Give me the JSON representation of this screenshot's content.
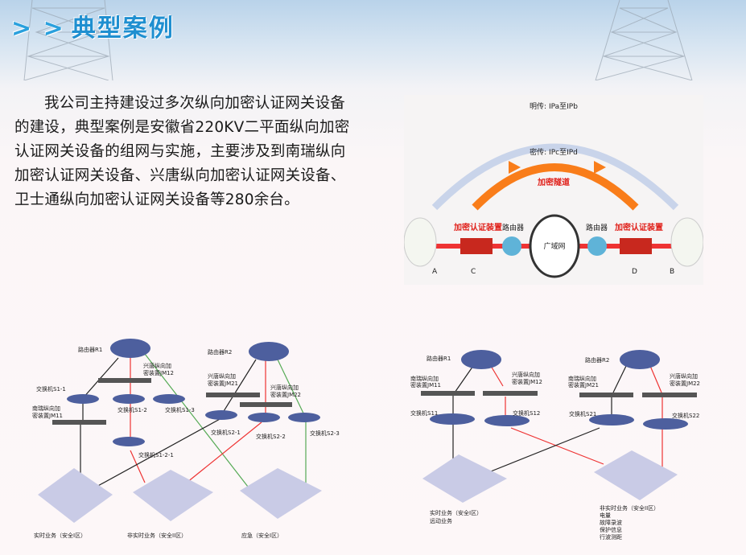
{
  "header": {
    "arrows": "> >",
    "title": "典型案例"
  },
  "intro": "我公司主持建设过多次纵向加密认证网关设备的建设，典型案例是安徽省220KV二平面纵向加密认证网关设备的组网与实施，主要涉及到南瑞纵向加密认证网关设备、兴唐纵向加密认证网关设备、卫士通纵向加密认证网关设备等280余台。",
  "fig1": {
    "plain": "明传: IPa至IPb",
    "cipher": "密传: IPc至IPd",
    "tunnel": "加密隧道",
    "device_left": "加密认证装置",
    "device_right": "加密认证装置",
    "router_left": "路由器",
    "router_right": "路由器",
    "wan": "广域网",
    "A": "A",
    "B": "B",
    "C": "C",
    "D": "D"
  },
  "fig2": {
    "r1": "路由器R1",
    "r2": "路由器R2",
    "jm12": [
      "兴唐纵向加",
      "密装置JM12"
    ],
    "jm11": [
      "南瑞纵向加",
      "密装置JM11"
    ],
    "jm21": [
      "兴唐纵向加",
      "密装置JM21"
    ],
    "jm22": [
      "兴唐纵向加",
      "密装置JM22"
    ],
    "s11": "交换机S1-1",
    "s12": "交换机S1-2",
    "s13": "交换机S1-3",
    "s121": "交换机S1-2-1",
    "s21": "交换机S2-1",
    "s22": "交换机S2-2",
    "s23": "交换机S2-3",
    "z1": "实时业务（安全I区）",
    "z2": "非实时业务（安全II区）",
    "z3": "应急（安全I区）"
  },
  "fig3": {
    "r1": "路由器R1",
    "r2": "路由器R2",
    "jm11": [
      "南瑞纵向加",
      "密装置JM11"
    ],
    "jm12": [
      "兴唐纵向加",
      "密装置JM12"
    ],
    "jm21": [
      "南瑞纵向加",
      "密装置JM21"
    ],
    "jm22": [
      "兴唐纵向加",
      "密装置JM22"
    ],
    "s11": "交换机S11",
    "s12": "交换机S12",
    "s21": "交换机S21",
    "s22": "交换机S22",
    "z1": [
      "实时业务（安全I区）",
      "远动业务"
    ],
    "z2": [
      "非实时业务（安全II区）",
      "电量",
      "故障录波",
      "保护信息",
      "行波测距"
    ]
  }
}
